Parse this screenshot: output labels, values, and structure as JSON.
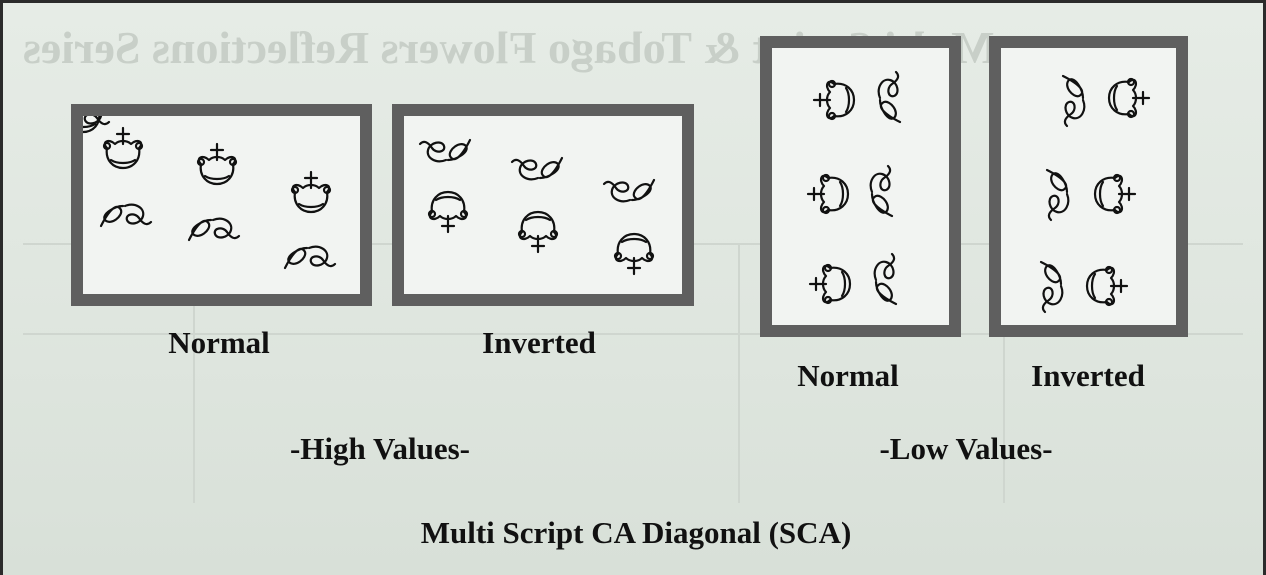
{
  "figure": {
    "high": {
      "normal_label": "Normal",
      "inverted_label": "Inverted",
      "group_label": "-High Values-"
    },
    "low": {
      "normal_label": "Normal",
      "inverted_label": "Inverted",
      "group_label": "-Low Values-"
    },
    "caption": "Multi Script CA Diagonal (SCA)"
  },
  "colors": {
    "background": "#e3e9e3",
    "frame_border": "#5f5f5f",
    "frame_fill": "#f2f4f2",
    "ink": "#111111"
  },
  "icons": [
    "crown-cross-glyph",
    "script-signature-glyph"
  ]
}
